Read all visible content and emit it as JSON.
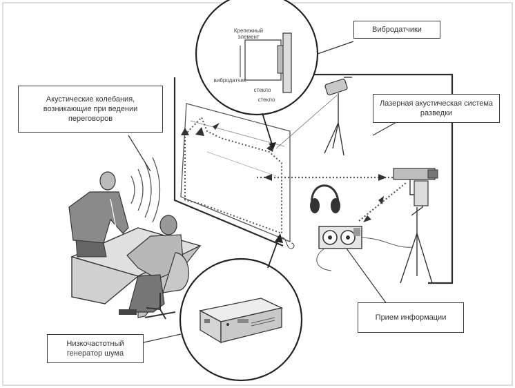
{
  "labels": {
    "vibro_sensors": "Вибродатчики",
    "acoustic_oscillations": "Акустические колебания, возникающие при ведении переговоров",
    "laser_system": "Лазерная акустическая система разведки",
    "recording_device": "Прием информации",
    "noise_generator": "Низкочастотный генератор шума"
  },
  "inset": {
    "fastening": "Крепежный элемент",
    "vibro_sensor": "вибродатчик",
    "glass_line1": "стекло",
    "glass_line2": "стекло"
  },
  "colors": {
    "line": "#3a3a3a",
    "dotted": "#555555",
    "frame": "#2b2b2b",
    "fill": "#d9d9d9"
  }
}
